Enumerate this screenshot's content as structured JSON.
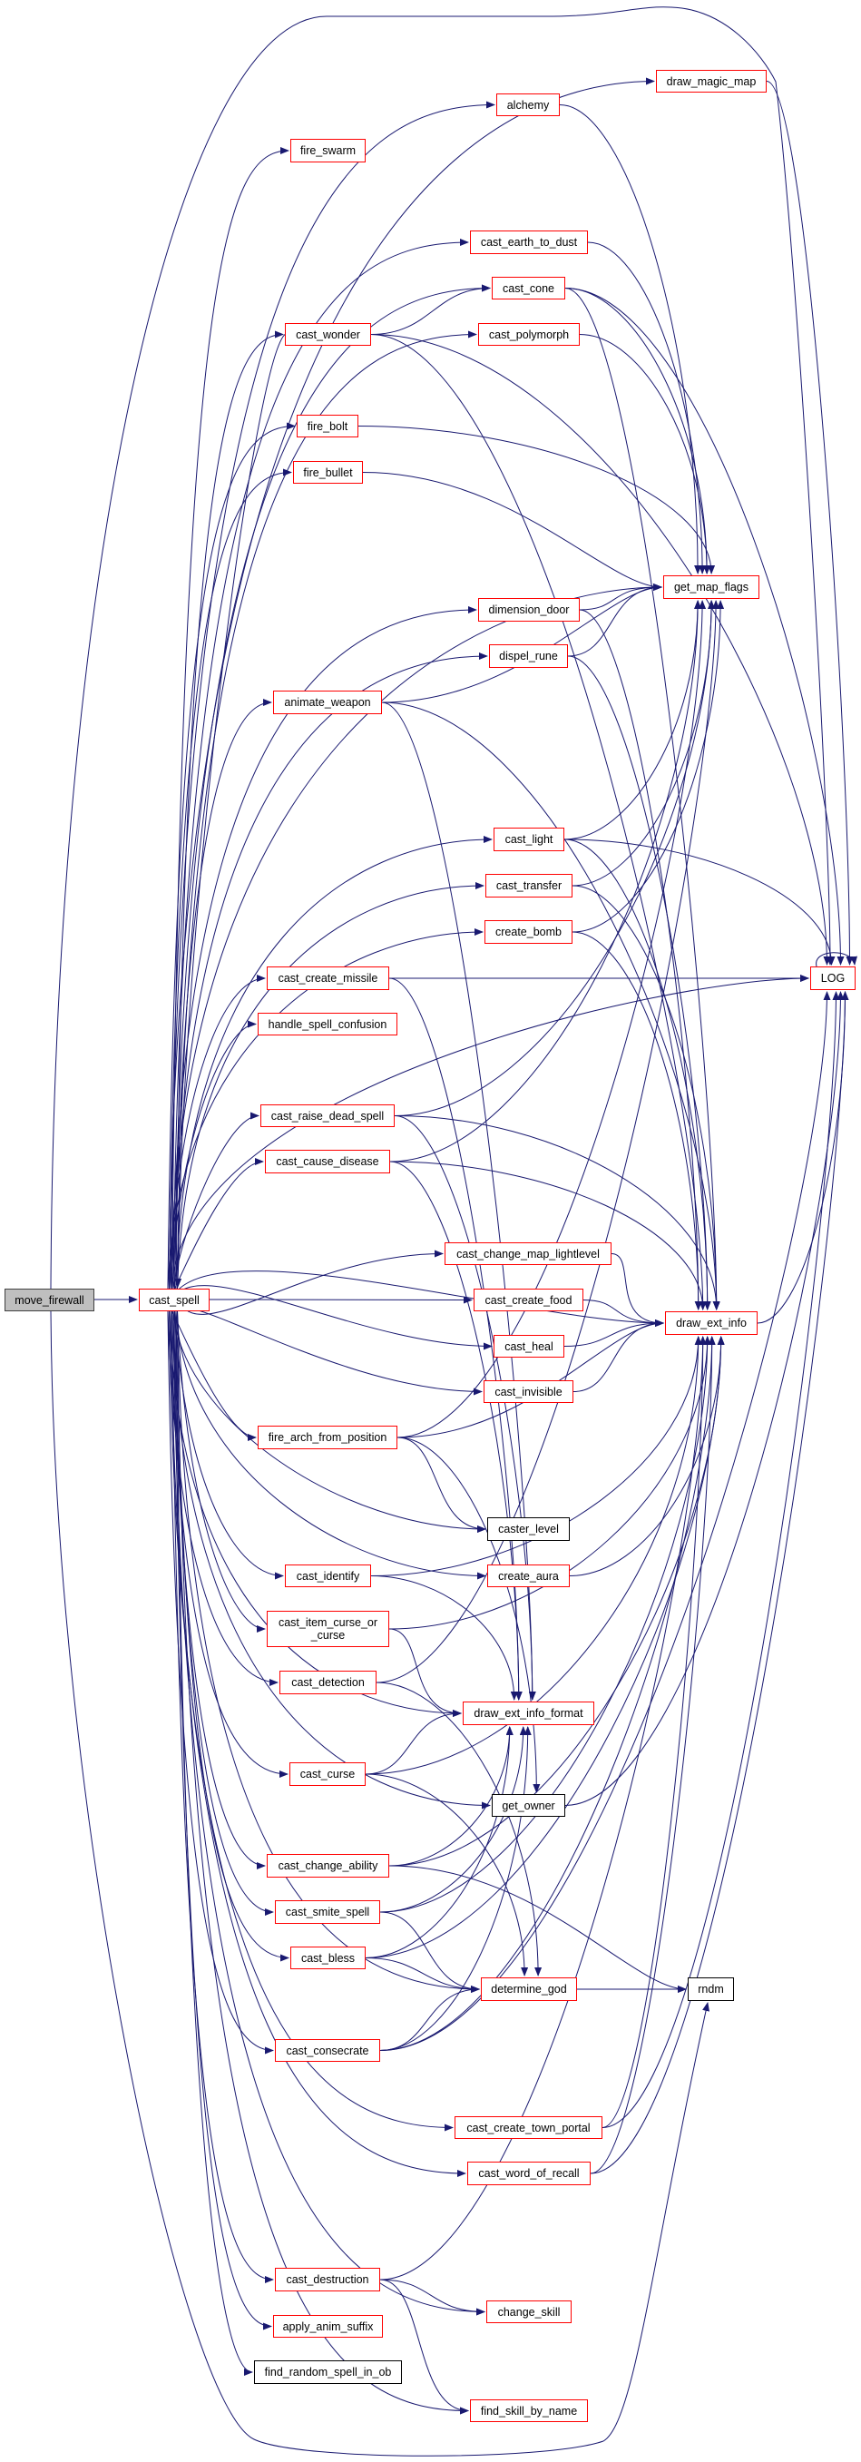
{
  "title": "move_firewall call graph",
  "colors": {
    "edge": "#191970",
    "node_border": "#ff0000",
    "leaf_border": "#000000",
    "root_fill": "#bfbfbf"
  },
  "nodes": {
    "move_firewall": {
      "label": "move_firewall"
    },
    "cast_spell": {
      "label": "cast_spell"
    },
    "draw_magic_map": {
      "label": "draw_magic_map"
    },
    "alchemy": {
      "label": "alchemy"
    },
    "fire_swarm": {
      "label": "fire_swarm"
    },
    "cast_earth_to_dust": {
      "label": "cast_earth_to_dust"
    },
    "cast_cone": {
      "label": "cast_cone"
    },
    "cast_wonder": {
      "label": "cast_wonder"
    },
    "cast_polymorph": {
      "label": "cast_polymorph"
    },
    "fire_bolt": {
      "label": "fire_bolt"
    },
    "fire_bullet": {
      "label": "fire_bullet"
    },
    "get_map_flags": {
      "label": "get_map_flags"
    },
    "dimension_door": {
      "label": "dimension_door"
    },
    "dispel_rune": {
      "label": "dispel_rune"
    },
    "animate_weapon": {
      "label": "animate_weapon"
    },
    "cast_light": {
      "label": "cast_light"
    },
    "cast_transfer": {
      "label": "cast_transfer"
    },
    "create_bomb": {
      "label": "create_bomb"
    },
    "cast_create_missile": {
      "label": "cast_create_missile"
    },
    "LOG": {
      "label": "LOG"
    },
    "handle_spell_confusion": {
      "label": "handle_spell_confusion"
    },
    "cast_raise_dead_spell": {
      "label": "cast_raise_dead_spell"
    },
    "cast_cause_disease": {
      "label": "cast_cause_disease"
    },
    "cast_change_map_lightlevel": {
      "label": "cast_change_map_lightlevel"
    },
    "cast_create_food": {
      "label": "cast_create_food"
    },
    "draw_ext_info": {
      "label": "draw_ext_info"
    },
    "cast_heal": {
      "label": "cast_heal"
    },
    "cast_invisible": {
      "label": "cast_invisible"
    },
    "fire_arch_from_position": {
      "label": "fire_arch_from_position"
    },
    "caster_level": {
      "label": "caster_level"
    },
    "cast_identify": {
      "label": "cast_identify"
    },
    "create_aura": {
      "label": "create_aura"
    },
    "cast_item_curse_or_curse": {
      "label": "cast_item_curse_or",
      "label2": "_curse"
    },
    "cast_detection": {
      "label": "cast_detection"
    },
    "draw_ext_info_format": {
      "label": "draw_ext_info_format"
    },
    "cast_curse": {
      "label": "cast_curse"
    },
    "get_owner": {
      "label": "get_owner"
    },
    "cast_change_ability": {
      "label": "cast_change_ability"
    },
    "cast_smite_spell": {
      "label": "cast_smite_spell"
    },
    "cast_bless": {
      "label": "cast_bless"
    },
    "determine_god": {
      "label": "determine_god"
    },
    "rndm": {
      "label": "rndm"
    },
    "cast_consecrate": {
      "label": "cast_consecrate"
    },
    "cast_create_town_portal": {
      "label": "cast_create_town_portal"
    },
    "cast_word_of_recall": {
      "label": "cast_word_of_recall"
    },
    "cast_destruction": {
      "label": "cast_destruction"
    },
    "change_skill": {
      "label": "change_skill"
    },
    "apply_anim_suffix": {
      "label": "apply_anim_suffix"
    },
    "find_random_spell_in_ob": {
      "label": "find_random_spell_in_ob"
    },
    "find_skill_by_name": {
      "label": "find_skill_by_name"
    }
  },
  "edges": [
    [
      "move_firewall",
      "cast_spell"
    ],
    [
      "move_firewall",
      "LOG"
    ],
    [
      "move_firewall",
      "rndm"
    ],
    [
      "cast_spell",
      "draw_magic_map"
    ],
    [
      "cast_spell",
      "alchemy"
    ],
    [
      "cast_spell",
      "fire_swarm"
    ],
    [
      "cast_spell",
      "cast_earth_to_dust"
    ],
    [
      "cast_spell",
      "cast_cone"
    ],
    [
      "cast_spell",
      "cast_wonder"
    ],
    [
      "cast_spell",
      "cast_polymorph"
    ],
    [
      "cast_spell",
      "fire_bolt"
    ],
    [
      "cast_spell",
      "fire_bullet"
    ],
    [
      "cast_spell",
      "get_map_flags"
    ],
    [
      "cast_spell",
      "dimension_door"
    ],
    [
      "cast_spell",
      "dispel_rune"
    ],
    [
      "cast_spell",
      "animate_weapon"
    ],
    [
      "cast_spell",
      "cast_light"
    ],
    [
      "cast_spell",
      "cast_transfer"
    ],
    [
      "cast_spell",
      "create_bomb"
    ],
    [
      "cast_spell",
      "cast_create_missile"
    ],
    [
      "cast_spell",
      "handle_spell_confusion"
    ],
    [
      "cast_spell",
      "LOG"
    ],
    [
      "cast_spell",
      "cast_raise_dead_spell"
    ],
    [
      "cast_spell",
      "cast_cause_disease"
    ],
    [
      "cast_spell",
      "cast_change_map_lightlevel"
    ],
    [
      "cast_spell",
      "cast_create_food"
    ],
    [
      "cast_spell",
      "draw_ext_info"
    ],
    [
      "cast_spell",
      "cast_heal"
    ],
    [
      "cast_spell",
      "cast_invisible"
    ],
    [
      "cast_spell",
      "fire_arch_from_position"
    ],
    [
      "cast_spell",
      "caster_level"
    ],
    [
      "cast_spell",
      "cast_identify"
    ],
    [
      "cast_spell",
      "create_aura"
    ],
    [
      "cast_spell",
      "cast_item_curse_or_curse"
    ],
    [
      "cast_spell",
      "cast_detection"
    ],
    [
      "cast_spell",
      "draw_ext_info_format"
    ],
    [
      "cast_spell",
      "cast_curse"
    ],
    [
      "cast_spell",
      "get_owner"
    ],
    [
      "cast_spell",
      "cast_change_ability"
    ],
    [
      "cast_spell",
      "cast_smite_spell"
    ],
    [
      "cast_spell",
      "cast_bless"
    ],
    [
      "cast_spell",
      "determine_god"
    ],
    [
      "cast_spell",
      "cast_consecrate"
    ],
    [
      "cast_spell",
      "cast_create_town_portal"
    ],
    [
      "cast_spell",
      "cast_word_of_recall"
    ],
    [
      "cast_spell",
      "cast_destruction"
    ],
    [
      "cast_spell",
      "change_skill"
    ],
    [
      "cast_spell",
      "apply_anim_suffix"
    ],
    [
      "cast_spell",
      "find_random_spell_in_ob"
    ],
    [
      "cast_spell",
      "find_skill_by_name"
    ],
    [
      "draw_magic_map",
      "LOG"
    ],
    [
      "alchemy",
      "get_map_flags"
    ],
    [
      "cast_earth_to_dust",
      "get_map_flags"
    ],
    [
      "cast_cone",
      "get_map_flags"
    ],
    [
      "cast_cone",
      "LOG"
    ],
    [
      "cast_cone",
      "draw_ext_info"
    ],
    [
      "cast_wonder",
      "cast_cone"
    ],
    [
      "cast_wonder",
      "LOG"
    ],
    [
      "cast_wonder",
      "draw_ext_info"
    ],
    [
      "cast_wonder",
      "cast_spell"
    ],
    [
      "cast_polymorph",
      "get_map_flags"
    ],
    [
      "fire_bolt",
      "get_map_flags"
    ],
    [
      "fire_bullet",
      "get_map_flags"
    ],
    [
      "dimension_door",
      "get_map_flags"
    ],
    [
      "dimension_door",
      "draw_ext_info"
    ],
    [
      "dispel_rune",
      "get_map_flags"
    ],
    [
      "dispel_rune",
      "draw_ext_info"
    ],
    [
      "animate_weapon",
      "get_map_flags"
    ],
    [
      "animate_weapon",
      "draw_ext_info"
    ],
    [
      "animate_weapon",
      "draw_ext_info_format"
    ],
    [
      "cast_light",
      "get_map_flags"
    ],
    [
      "cast_light",
      "LOG"
    ],
    [
      "cast_light",
      "draw_ext_info"
    ],
    [
      "cast_transfer",
      "get_map_flags"
    ],
    [
      "cast_transfer",
      "draw_ext_info"
    ],
    [
      "create_bomb",
      "get_map_flags"
    ],
    [
      "create_bomb",
      "draw_ext_info"
    ],
    [
      "cast_create_missile",
      "LOG"
    ],
    [
      "cast_create_missile",
      "draw_ext_info_format"
    ],
    [
      "cast_raise_dead_spell",
      "get_map_flags"
    ],
    [
      "cast_raise_dead_spell",
      "draw_ext_info"
    ],
    [
      "cast_raise_dead_spell",
      "draw_ext_info_format"
    ],
    [
      "cast_cause_disease",
      "get_map_flags"
    ],
    [
      "cast_cause_disease",
      "draw_ext_info"
    ],
    [
      "cast_cause_disease",
      "draw_ext_info_format"
    ],
    [
      "cast_change_map_lightlevel",
      "draw_ext_info"
    ],
    [
      "cast_create_food",
      "draw_ext_info"
    ],
    [
      "cast_heal",
      "draw_ext_info"
    ],
    [
      "cast_invisible",
      "draw_ext_info"
    ],
    [
      "fire_arch_from_position",
      "get_map_flags"
    ],
    [
      "fire_arch_from_position",
      "draw_ext_info"
    ],
    [
      "fire_arch_from_position",
      "caster_level"
    ],
    [
      "fire_arch_from_position",
      "get_owner"
    ],
    [
      "create_aura",
      "draw_ext_info"
    ],
    [
      "cast_identify",
      "draw_ext_info"
    ],
    [
      "cast_identify",
      "draw_ext_info_format"
    ],
    [
      "cast_item_curse_or_curse",
      "draw_ext_info"
    ],
    [
      "cast_item_curse_or_curse",
      "draw_ext_info_format"
    ],
    [
      "cast_detection",
      "get_map_flags"
    ],
    [
      "cast_detection",
      "determine_god"
    ],
    [
      "cast_curse",
      "draw_ext_info"
    ],
    [
      "cast_curse",
      "draw_ext_info_format"
    ],
    [
      "cast_curse",
      "determine_god"
    ],
    [
      "get_owner",
      "LOG"
    ],
    [
      "draw_ext_info",
      "LOG"
    ],
    [
      "cast_change_ability",
      "draw_ext_info"
    ],
    [
      "cast_change_ability",
      "draw_ext_info_format"
    ],
    [
      "cast_change_ability",
      "rndm"
    ],
    [
      "cast_smite_spell",
      "draw_ext_info"
    ],
    [
      "cast_smite_spell",
      "draw_ext_info_format"
    ],
    [
      "cast_smite_spell",
      "determine_god"
    ],
    [
      "cast_bless",
      "draw_ext_info"
    ],
    [
      "cast_bless",
      "draw_ext_info_format"
    ],
    [
      "cast_bless",
      "determine_god"
    ],
    [
      "determine_god",
      "rndm"
    ],
    [
      "cast_consecrate",
      "draw_ext_info"
    ],
    [
      "cast_consecrate",
      "draw_ext_info_format"
    ],
    [
      "cast_consecrate",
      "determine_god"
    ],
    [
      "cast_consecrate",
      "LOG"
    ],
    [
      "cast_create_town_portal",
      "draw_ext_info"
    ],
    [
      "cast_create_town_portal",
      "LOG"
    ],
    [
      "cast_word_of_recall",
      "draw_ext_info"
    ],
    [
      "cast_word_of_recall",
      "LOG"
    ],
    [
      "cast_destruction",
      "change_skill"
    ],
    [
      "cast_destruction",
      "find_skill_by_name"
    ],
    [
      "cast_destruction",
      "draw_ext_info"
    ],
    [
      "LOG",
      "LOG"
    ]
  ]
}
